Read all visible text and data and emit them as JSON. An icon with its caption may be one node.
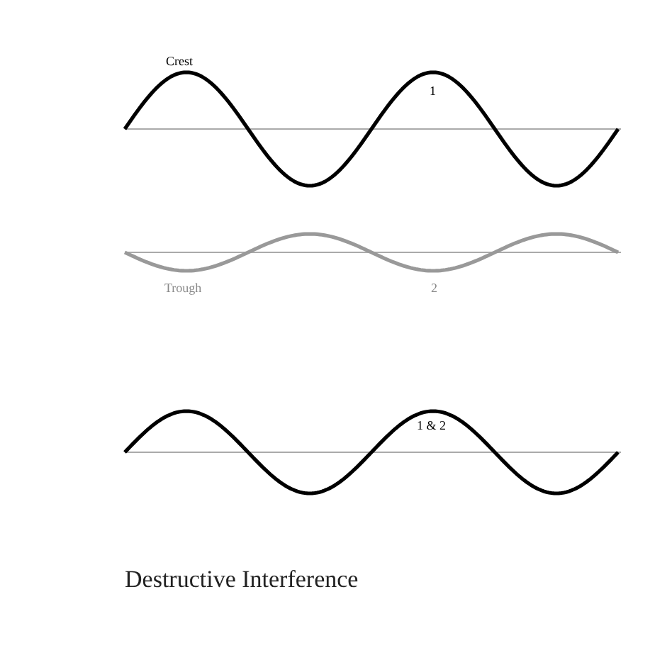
{
  "diagram": {
    "caption": "Destructive Interference",
    "labels": [
      "Crest",
      "1",
      "Trough",
      "2",
      "1 & 2"
    ]
  }
}
